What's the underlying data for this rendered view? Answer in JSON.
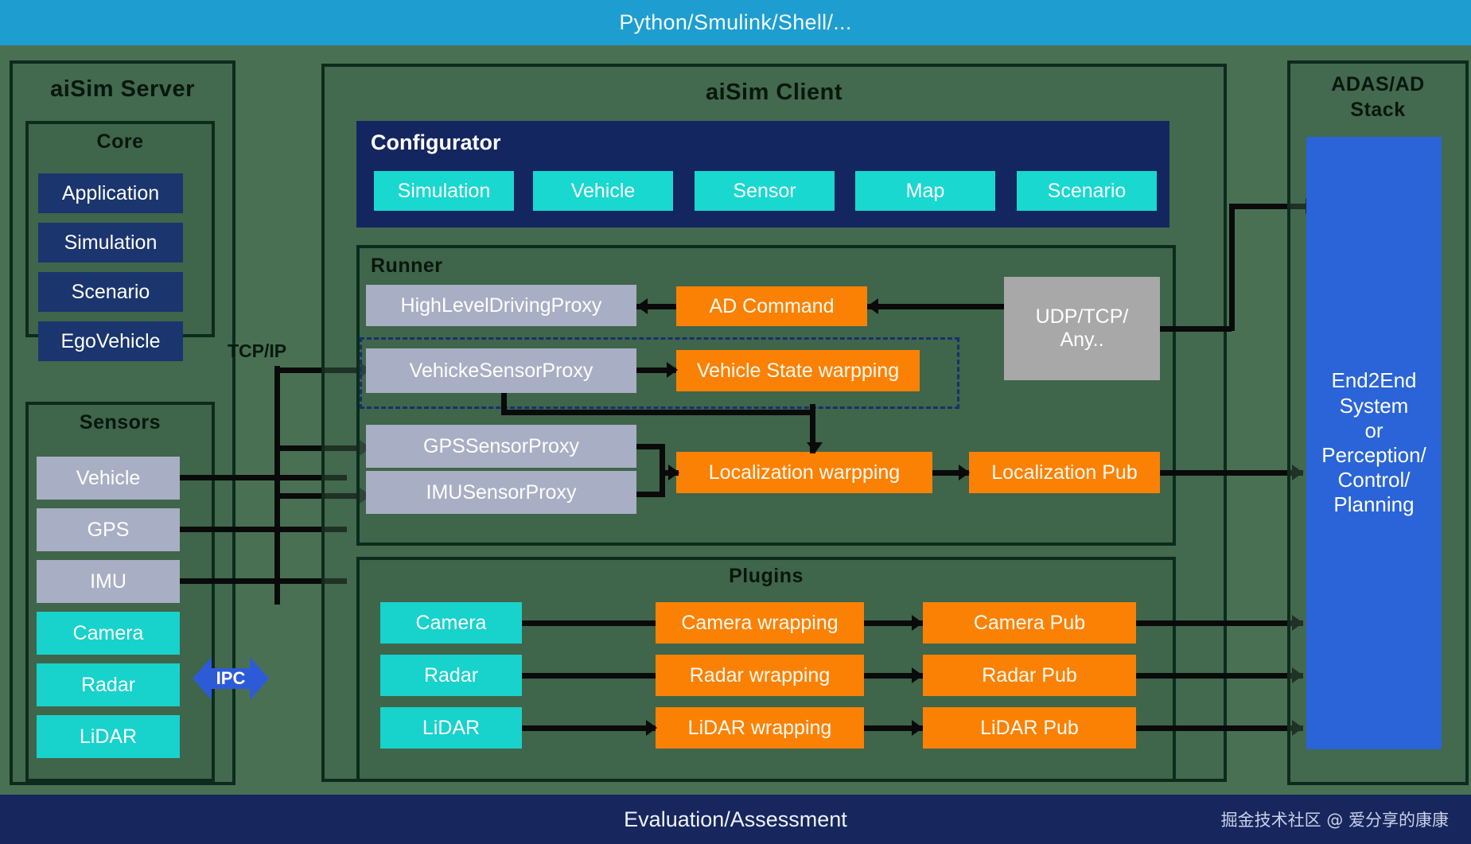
{
  "top_bar": {
    "label": "Python/Smulink/Shell/..."
  },
  "bottom_bar": {
    "label": "Evaluation/Assessment",
    "watermark": "掘金技术社区 @ 爱分享的康康"
  },
  "server": {
    "title": "aiSim Server",
    "core": {
      "title": "Core",
      "items": [
        {
          "label": "Application"
        },
        {
          "label": "Simulation"
        },
        {
          "label": "Scenario"
        },
        {
          "label": "EgoVehicle"
        }
      ]
    },
    "sensors": {
      "title": "Sensors",
      "items": [
        {
          "label": "Vehicle",
          "color": "#a8aec4"
        },
        {
          "label": "GPS",
          "color": "#a8aec4"
        },
        {
          "label": "IMU",
          "color": "#a8aec4"
        },
        {
          "label": "Camera",
          "color": "#18d2cc"
        },
        {
          "label": "Radar",
          "color": "#18d2cc"
        },
        {
          "label": "LiDAR",
          "color": "#18d2cc"
        }
      ]
    }
  },
  "ipc": {
    "label": "IPC"
  },
  "tcpip": {
    "label": "TCP/IP"
  },
  "client": {
    "title": "aiSim Client",
    "configurator": {
      "title": "Configurator",
      "tabs": [
        {
          "label": "Simulation"
        },
        {
          "label": "Vehicle"
        },
        {
          "label": "Sensor"
        },
        {
          "label": "Map"
        },
        {
          "label": "Scenario"
        }
      ]
    },
    "runner": {
      "title": "Runner",
      "proxies": [
        {
          "label": "HighLevelDrivingProxy"
        },
        {
          "label": "VehickeSensorProxy"
        },
        {
          "label": "GPSSensorProxy"
        },
        {
          "label": "IMUSensorProxy"
        }
      ],
      "warps": [
        {
          "label": "AD Command"
        },
        {
          "label": "Vehicle State warpping"
        },
        {
          "label": "Localization warpping"
        }
      ],
      "pubs": [
        {
          "label": "Localization Pub"
        }
      ],
      "transport": {
        "line1": "UDP/TCP/",
        "line2": "Any.."
      }
    },
    "plugins": {
      "title": "Plugins",
      "rows": [
        {
          "source": "Camera",
          "wrapper": "Camera wrapping",
          "pub": "Camera Pub"
        },
        {
          "source": "Radar",
          "wrapper": "Radar wrapping",
          "pub": "Radar Pub"
        },
        {
          "source": "LiDAR",
          "wrapper": "LiDAR wrapping",
          "pub": "LiDAR Pub"
        }
      ]
    }
  },
  "stack": {
    "title_line1": "ADAS/AD",
    "title_line2": "Stack",
    "box_lines": [
      "End2End",
      "System",
      "or",
      "Perception/",
      "Control/",
      "Planning"
    ]
  },
  "colors": {
    "background": "#4a7054",
    "top_bar": "#1e9dd0",
    "bottom_bar": "#17265c",
    "navy": "#1b356e",
    "cyan": "#18d2cc",
    "orange": "#fb8104",
    "gray": "#a8aec4",
    "blue": "#2a64d8",
    "configurator_bg": "#13265f"
  }
}
